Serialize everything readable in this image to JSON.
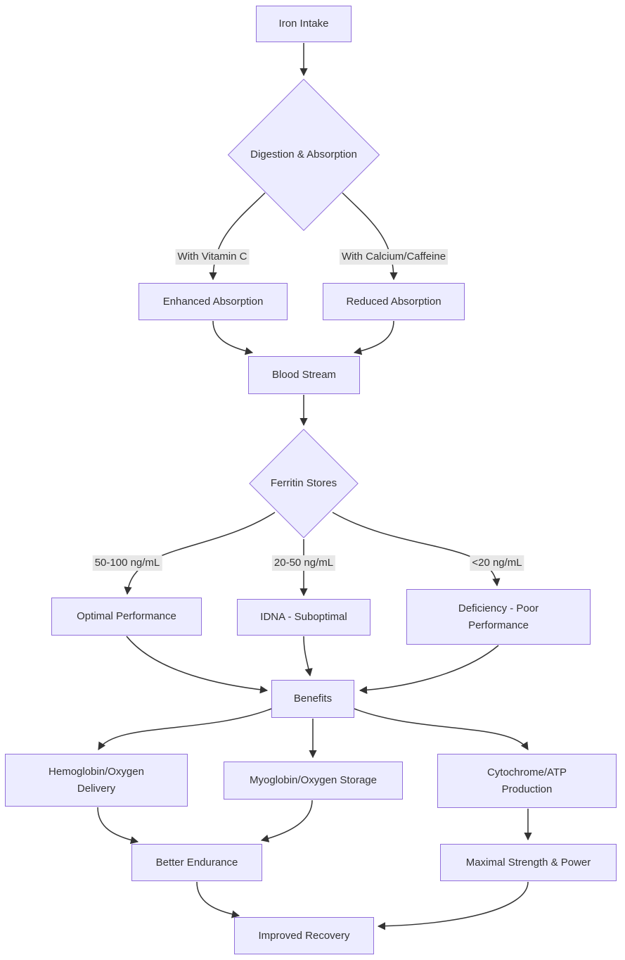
{
  "diagram": {
    "type": "flowchart",
    "direction": "top-down",
    "colors": {
      "node_fill": "#ECECFF",
      "node_border": "#9370DB",
      "edge_line": "#333333",
      "edge_label_bg": "#e8e8e8",
      "text": "#333333",
      "background": "#ffffff"
    },
    "nodes": {
      "iron_intake": {
        "label": "Iron Intake",
        "shape": "rect"
      },
      "digestion": {
        "label": "Digestion & Absorption",
        "shape": "diamond"
      },
      "enhanced": {
        "label": "Enhanced Absorption",
        "shape": "rect"
      },
      "reduced": {
        "label": "Reduced Absorption",
        "shape": "rect"
      },
      "blood_stream": {
        "label": "Blood Stream",
        "shape": "rect"
      },
      "ferritin": {
        "label": "Ferritin Stores",
        "shape": "diamond"
      },
      "optimal": {
        "label": "Optimal Performance",
        "shape": "rect"
      },
      "idna": {
        "label": "IDNA - Suboptimal",
        "shape": "rect"
      },
      "deficiency": {
        "label": "Deficiency - Poor\nPerformance",
        "shape": "rect"
      },
      "benefits": {
        "label": "Benefits",
        "shape": "rect"
      },
      "hemoglobin": {
        "label": "Hemoglobin/Oxygen\nDelivery",
        "shape": "rect"
      },
      "myoglobin": {
        "label": "Myoglobin/Oxygen Storage",
        "shape": "rect"
      },
      "cytochrome": {
        "label": "Cytochrome/ATP\nProduction",
        "shape": "rect"
      },
      "endurance": {
        "label": "Better Endurance",
        "shape": "rect"
      },
      "strength": {
        "label": "Maximal Strength & Power",
        "shape": "rect"
      },
      "recovery": {
        "label": "Improved Recovery",
        "shape": "rect"
      }
    },
    "edge_labels": {
      "vitamin_c": "With Vitamin C",
      "calcium_caffeine": "With Calcium/Caffeine",
      "ng_50_100": "50-100 ng/mL",
      "ng_20_50": "20-50 ng/mL",
      "ng_lt_20": "<20 ng/mL"
    },
    "edges": [
      {
        "from": "Iron Intake",
        "to": "Digestion & Absorption",
        "label": ""
      },
      {
        "from": "Digestion & Absorption",
        "to": "Enhanced Absorption",
        "label": "With Vitamin C"
      },
      {
        "from": "Digestion & Absorption",
        "to": "Reduced Absorption",
        "label": "With Calcium/Caffeine"
      },
      {
        "from": "Enhanced Absorption",
        "to": "Blood Stream",
        "label": ""
      },
      {
        "from": "Reduced Absorption",
        "to": "Blood Stream",
        "label": ""
      },
      {
        "from": "Blood Stream",
        "to": "Ferritin Stores",
        "label": ""
      },
      {
        "from": "Ferritin Stores",
        "to": "Optimal Performance",
        "label": "50-100 ng/mL"
      },
      {
        "from": "Ferritin Stores",
        "to": "IDNA - Suboptimal",
        "label": "20-50 ng/mL"
      },
      {
        "from": "Ferritin Stores",
        "to": "Deficiency - Poor Performance",
        "label": "<20 ng/mL"
      },
      {
        "from": "Optimal Performance",
        "to": "Benefits",
        "label": ""
      },
      {
        "from": "IDNA - Suboptimal",
        "to": "Benefits",
        "label": ""
      },
      {
        "from": "Deficiency - Poor Performance",
        "to": "Benefits",
        "label": ""
      },
      {
        "from": "Benefits",
        "to": "Hemoglobin/Oxygen Delivery",
        "label": ""
      },
      {
        "from": "Benefits",
        "to": "Myoglobin/Oxygen Storage",
        "label": ""
      },
      {
        "from": "Benefits",
        "to": "Cytochrome/ATP Production",
        "label": ""
      },
      {
        "from": "Hemoglobin/Oxygen Delivery",
        "to": "Better Endurance",
        "label": ""
      },
      {
        "from": "Myoglobin/Oxygen Storage",
        "to": "Better Endurance",
        "label": ""
      },
      {
        "from": "Cytochrome/ATP Production",
        "to": "Maximal Strength & Power",
        "label": ""
      },
      {
        "from": "Better Endurance",
        "to": "Improved Recovery",
        "label": ""
      },
      {
        "from": "Maximal Strength & Power",
        "to": "Improved Recovery",
        "label": ""
      }
    ]
  }
}
